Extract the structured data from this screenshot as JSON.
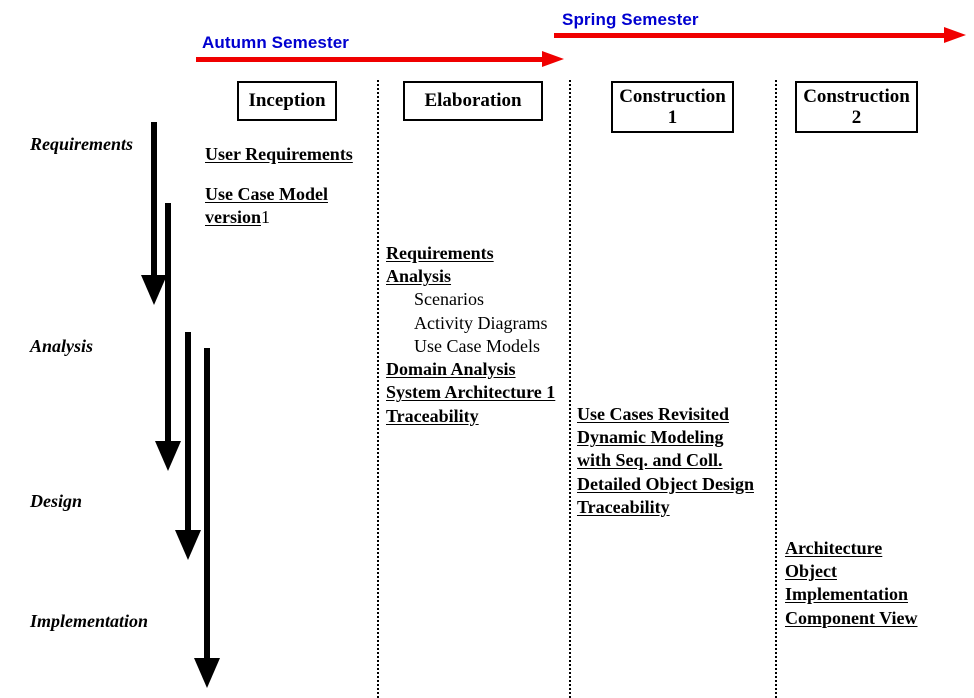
{
  "semesters": [
    {
      "label": "Autumn Semester",
      "color": "#0000d0",
      "arrow_color": "#f00000"
    },
    {
      "label": "Spring Semester",
      "color": "#0000d0",
      "arrow_color": "#f00000"
    }
  ],
  "phases": [
    {
      "name": "Inception"
    },
    {
      "name": "Elaboration"
    },
    {
      "name": "Construction 1"
    },
    {
      "name": "Construction 2"
    }
  ],
  "stages": [
    {
      "label": "Requirements"
    },
    {
      "label": "Analysis"
    },
    {
      "label": "Design"
    },
    {
      "label": "Implementation"
    }
  ],
  "columns": [
    {
      "phase": "Inception",
      "items": [
        {
          "text": "User Requirements",
          "style": "hdr"
        },
        {
          "text": "Use Case Model",
          "style": "hdr gap"
        },
        {
          "text": "version",
          "trailing": " 1",
          "style": "hdr"
        }
      ]
    },
    {
      "phase": "Elaboration",
      "items": [
        {
          "text": "Requirements",
          "style": "hdr"
        },
        {
          "text": "Analysis",
          "style": "hdr"
        },
        {
          "text": "Scenarios",
          "style": "sub"
        },
        {
          "text": "Activity Diagrams",
          "style": "sub"
        },
        {
          "text": "Use Case Models",
          "style": "sub"
        },
        {
          "text": "Domain Analysis",
          "style": "hdr"
        },
        {
          "text": "System Architecture 1",
          "style": "hdr"
        },
        {
          "text": "Traceability",
          "style": "hdr"
        }
      ]
    },
    {
      "phase": "Construction 1",
      "items": [
        {
          "text": "Use Cases Revisited",
          "style": "hdr"
        },
        {
          "text": "Dynamic Modeling",
          "style": "hdr"
        },
        {
          "text": "with Seq. and Coll.",
          "style": "hdr"
        },
        {
          "text": "Detailed Object Design",
          "style": "hdr"
        },
        {
          "text": "Traceability",
          "style": "hdr"
        }
      ]
    },
    {
      "phase": "Construction 2",
      "items": [
        {
          "text": "Architecture",
          "style": "hdr"
        },
        {
          "text": "Object",
          "style": "hdr"
        },
        {
          "text": "Implementation",
          "style": "hdr"
        },
        {
          "text": "Component View",
          "style": "hdr"
        }
      ]
    }
  ],
  "flow_arrows": [
    {
      "name": "requirements-flow-arrow"
    },
    {
      "name": "analysis-flow-arrow"
    },
    {
      "name": "design-flow-arrow"
    },
    {
      "name": "implementation-flow-arrow"
    }
  ]
}
